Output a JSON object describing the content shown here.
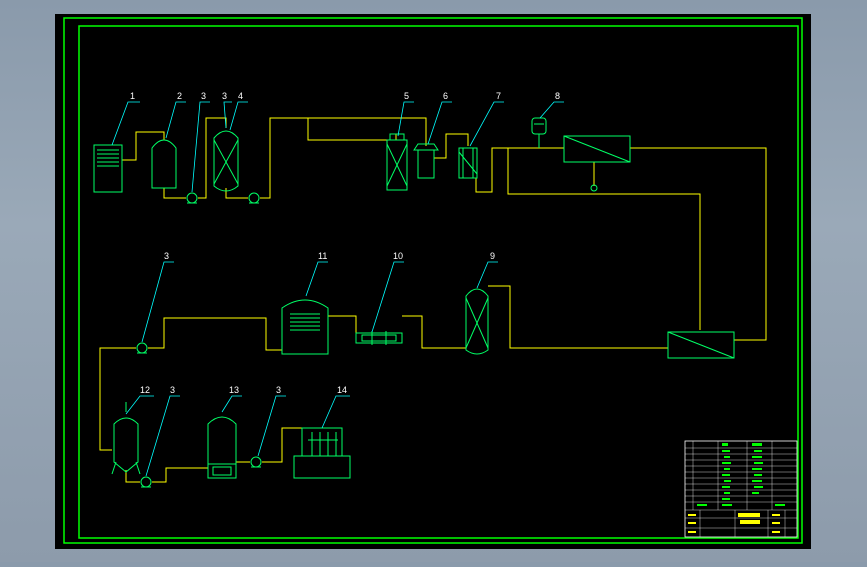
{
  "colors": {
    "frame": "#00ff00",
    "pipe": "#ffff00",
    "equipment": "#00ff66",
    "leader": "#00ffff",
    "label": "#ffffff",
    "background": "#000000",
    "title_block_text": "#00ff00",
    "title_block_fill": "#ffff00"
  },
  "equipment_labels": {
    "raw_water_tank": "1",
    "multimedia_filter": "2",
    "pump_a": "3",
    "pump_b": "3",
    "activated_carbon_filter": "4",
    "softener": "5",
    "security_filter": "6",
    "precision_filter": "7",
    "high_pressure_pump": "8",
    "mixed_bed": "9",
    "uv_sterilizer": "10",
    "pure_water_tank": "11",
    "pump_c": "3",
    "storage_tank": "12",
    "pump_d": "3",
    "buffer_tank": "13",
    "pump_e": "3",
    "filling_machine": "14"
  }
}
